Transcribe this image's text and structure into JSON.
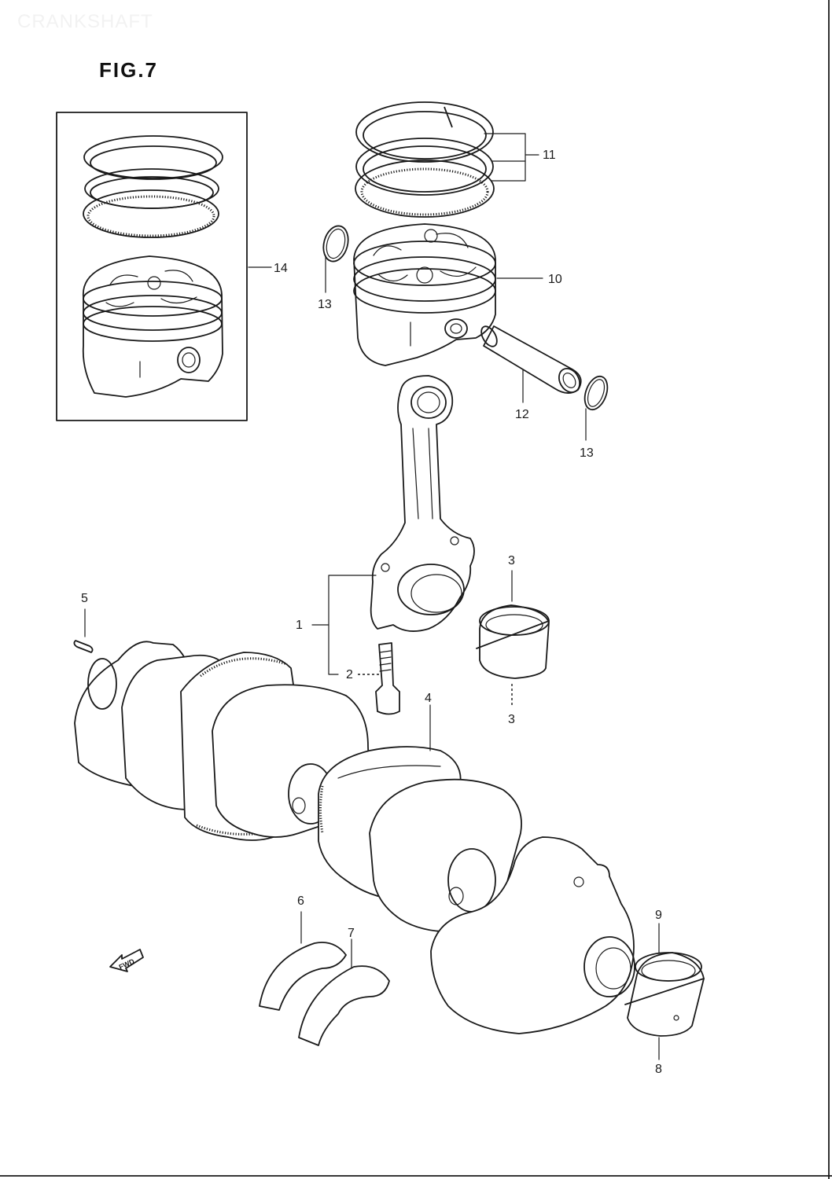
{
  "header": {
    "page_label": "CRANKSHAFT",
    "figure_title": "FIG.7"
  },
  "fwd_label": "FWD",
  "callouts": {
    "c1": "1",
    "c2": "2",
    "c3a": "3",
    "c3b": "3",
    "c4": "4",
    "c5": "5",
    "c6": "6",
    "c7": "7",
    "c8": "8",
    "c9": "9",
    "c10": "10",
    "c11": "11",
    "c12": "12",
    "c13a": "13",
    "c13b": "13",
    "c14": "14"
  },
  "colors": {
    "line": "#1a1a1a",
    "background": "#ffffff",
    "header_ghost": "#f2f2f2"
  }
}
